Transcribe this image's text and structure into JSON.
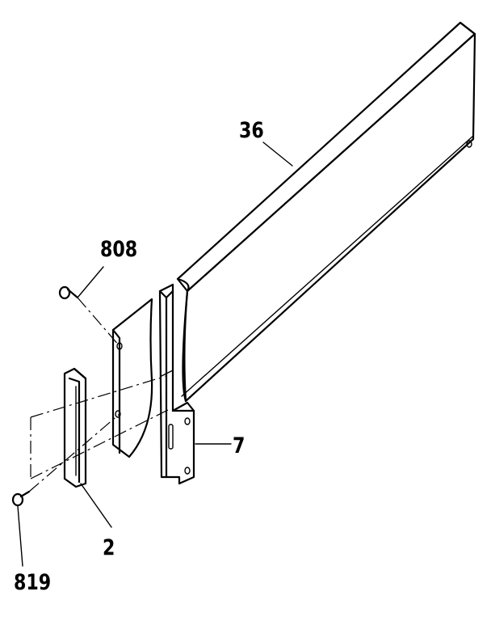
{
  "diagram": {
    "labels": {
      "rail": "36",
      "screw_top": "808",
      "bracket": "7",
      "end_cap": "2",
      "screw_bottom": "819"
    }
  }
}
